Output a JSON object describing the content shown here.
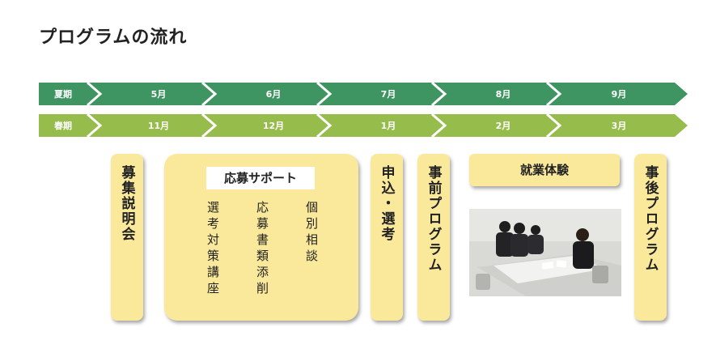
{
  "title": "プログラムの流れ",
  "timeline": {
    "summer": {
      "label": "夏期",
      "months": [
        "5月",
        "6月",
        "7月",
        "8月",
        "9月"
      ]
    },
    "spring": {
      "label": "春期",
      "months": [
        "11月",
        "12月",
        "1月",
        "2月",
        "3月"
      ]
    },
    "colors": {
      "summer": "#3f9561",
      "spring": "#96bd4c"
    }
  },
  "boxes": {
    "briefing": "募集説明会",
    "support": {
      "title": "応募サポート",
      "col1": "選考対策講座",
      "col2": "応募書類添削",
      "col3": "個別相談"
    },
    "apply": "申込・選考",
    "pre_program": "事前プログラム",
    "job_experience": "就業体験",
    "post_program": "事後プログラム"
  },
  "box_color": "#fae99b"
}
